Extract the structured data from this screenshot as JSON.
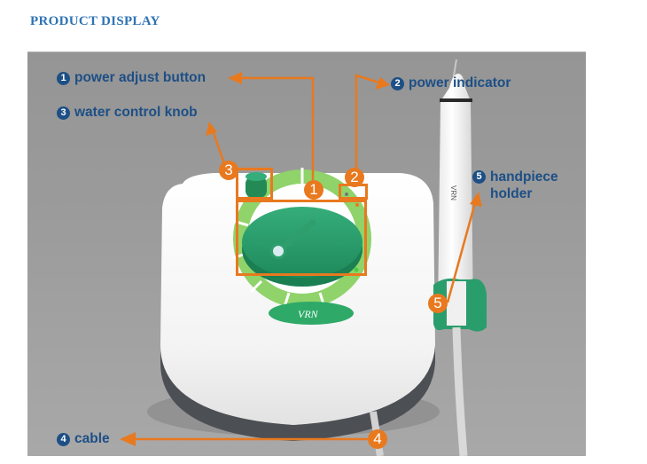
{
  "page": {
    "title": "PRODUCT DISPLAY"
  },
  "product": {
    "brand_logo_text": "VRN",
    "handpiece_brand_text": "VRN"
  },
  "callouts": [
    {
      "number": "1",
      "label": "power adjust button"
    },
    {
      "number": "2",
      "label": "power indicator"
    },
    {
      "number": "3",
      "label": "water control knob"
    },
    {
      "number": "4",
      "label": "cable"
    },
    {
      "number": "5",
      "label_line1": "handpiece",
      "label_line2": "holder"
    }
  ],
  "colors": {
    "title": "#2e73b3",
    "label_text": "#1d4f86",
    "callout_orange": "#e8791f",
    "device_green": "#2a9d6c",
    "dial_green_light": "#8fd36a",
    "background_gray": "#9b9b9b"
  }
}
